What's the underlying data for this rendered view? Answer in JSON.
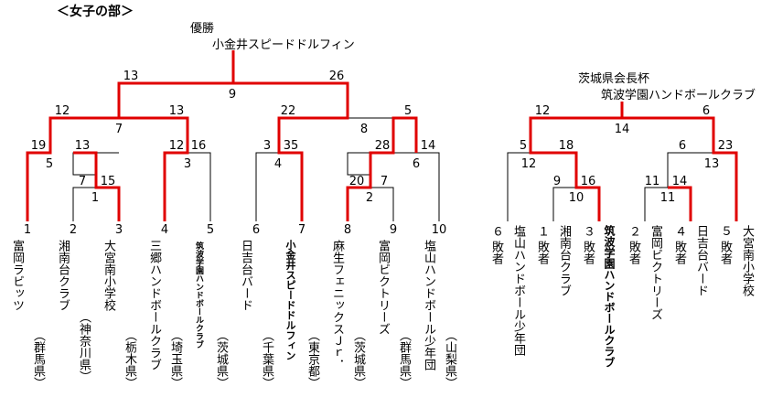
{
  "title": "＜女子の部＞",
  "left": {
    "winner_label": "優勝",
    "winner_name": "小金井スピードドルフィン",
    "teams": [
      {
        "seed": "1",
        "name": "富岡ラビッツ",
        "pref": "（群馬県）"
      },
      {
        "seed": "2",
        "name": "湘南台クラブ",
        "pref": "（神奈川県）"
      },
      {
        "seed": "3",
        "name": "大宮南小学校",
        "pref": "（栃木県）"
      },
      {
        "seed": "4",
        "name": "三郷ハンドボールクラブ",
        "pref": "（埼玉県）"
      },
      {
        "seed": "5",
        "name": "筑波学園ハンドボールクラブ",
        "pref": "（茨城県）"
      },
      {
        "seed": "6",
        "name": "日吉台バード",
        "pref": "（千葉県）"
      },
      {
        "seed": "7",
        "name": "小金井スピードドルフィン",
        "pref": "（東京都）"
      },
      {
        "seed": "8",
        "name": "麻生フェニックスＪｒ．",
        "pref": "（茨城県）"
      },
      {
        "seed": "9",
        "name": "富岡ビクトリーズ",
        "pref": "（群馬県）"
      },
      {
        "seed": "10",
        "name": "塩山ハンドボール少年団",
        "pref": "（山梨県）"
      }
    ],
    "scores": {
      "r1_2v3": [
        "7",
        "15",
        "1"
      ],
      "r1_8v9": [
        "20",
        "7",
        "2"
      ],
      "q_1": [
        "19",
        "13",
        "5"
      ],
      "q_2": [
        "12",
        "16",
        "3"
      ],
      "q_3": [
        "3",
        "35",
        "4"
      ],
      "q_4": [
        "28",
        "14",
        "6"
      ],
      "s_1": [
        "12",
        "13",
        "7"
      ],
      "s_2": [
        "22",
        "5",
        "8"
      ],
      "f": [
        "13",
        "26",
        "9"
      ]
    }
  },
  "right": {
    "winner_label": "茨城県会長杯",
    "winner_name": "筑波学園ハンドボールクラブ",
    "teams": [
      {
        "seed": "６",
        "tag": "敗者",
        "name": "塩山ハンドボール少年団"
      },
      {
        "seed": "１",
        "tag": "敗者",
        "name": "湘南台クラブ"
      },
      {
        "seed": "３",
        "tag": "敗者",
        "name": "筑波学園ハンドボールクラブ"
      },
      {
        "seed": "２",
        "tag": "敗者",
        "name": "富岡ビクトリーズ"
      },
      {
        "seed": "４",
        "tag": "敗者",
        "name": "日吉台バード"
      },
      {
        "seed": "５",
        "tag": "敗者",
        "name": "大宮南小学校"
      }
    ],
    "scores": {
      "r1_a": [
        "9",
        "16",
        "10"
      ],
      "r1_b": [
        "11",
        "14",
        "11"
      ],
      "s_1": [
        "5",
        "18",
        "12"
      ],
      "s_2": [
        "6",
        "23",
        "13"
      ],
      "f": [
        "12",
        "6",
        "14"
      ]
    }
  },
  "colors": {
    "win_line": "#e00000",
    "line": "#000000"
  }
}
